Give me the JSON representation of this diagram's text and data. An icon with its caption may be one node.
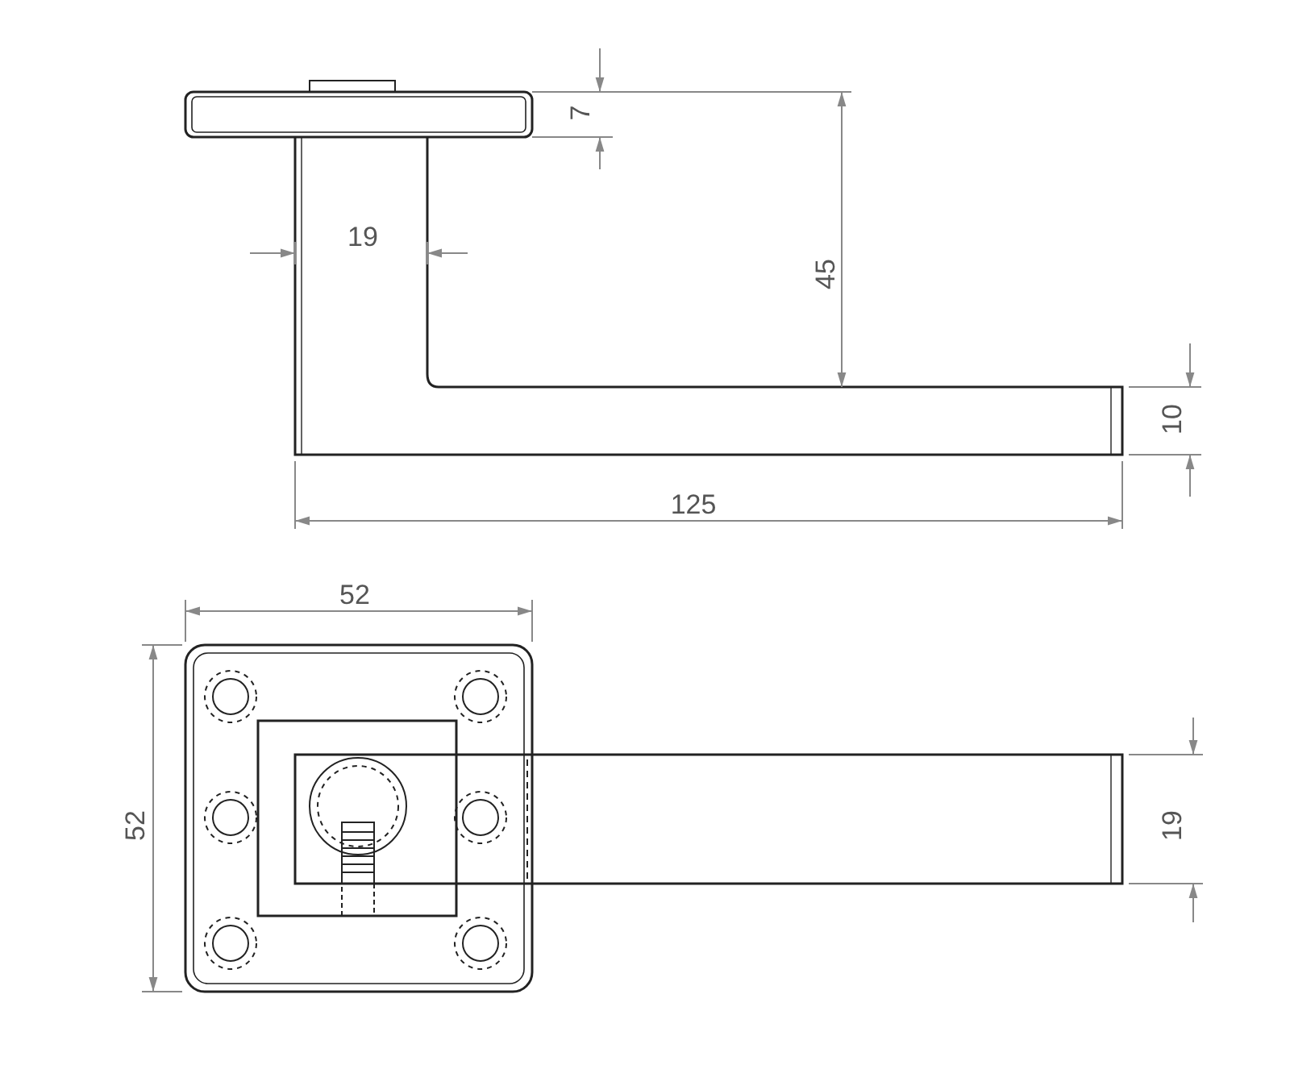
{
  "diagram": {
    "labels": [
      "7",
      "19",
      "45",
      "10",
      "125",
      "52",
      "52",
      "19"
    ]
  }
}
